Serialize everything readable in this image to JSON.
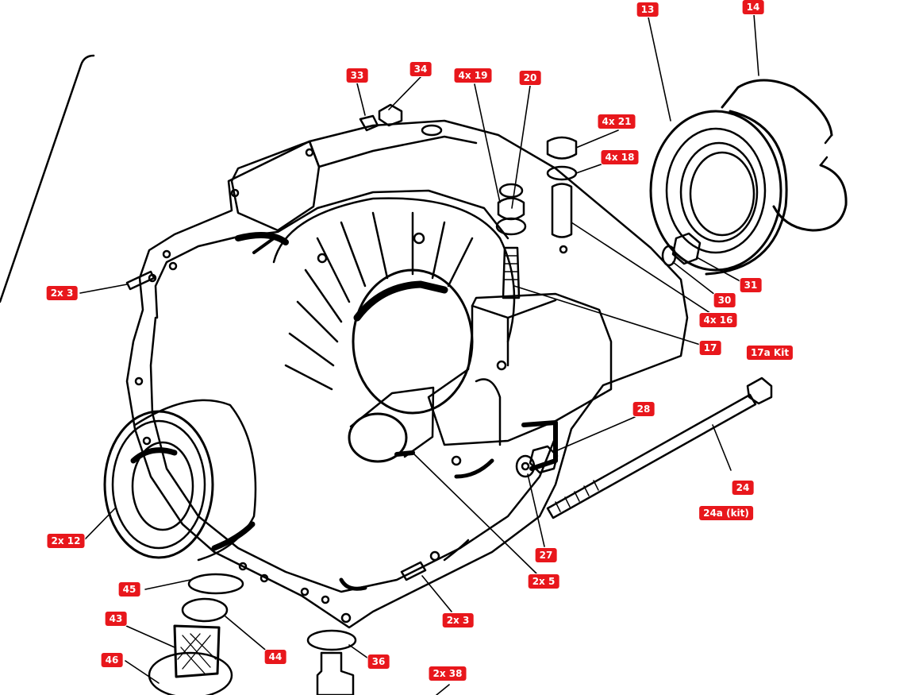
{
  "colors": {
    "badge": "#e8171c",
    "line": "#000000",
    "paper": "#ffffff"
  },
  "callouts": [
    {
      "id": "c13",
      "text": "13"
    },
    {
      "id": "c14",
      "text": "14"
    },
    {
      "id": "c33",
      "text": "33"
    },
    {
      "id": "c34",
      "text": "34"
    },
    {
      "id": "c19",
      "text": "4x 19"
    },
    {
      "id": "c20",
      "text": "20"
    },
    {
      "id": "c21",
      "text": "4x 21"
    },
    {
      "id": "c18",
      "text": "4x 18"
    },
    {
      "id": "c3a",
      "text": "2x 3"
    },
    {
      "id": "c31",
      "text": "31"
    },
    {
      "id": "c30",
      "text": "30"
    },
    {
      "id": "c16",
      "text": "4x 16"
    },
    {
      "id": "c17",
      "text": "17"
    },
    {
      "id": "c17a",
      "text": "17a Kit"
    },
    {
      "id": "c28",
      "text": "28"
    },
    {
      "id": "c24",
      "text": "24"
    },
    {
      "id": "c24a",
      "text": "24a (kit)"
    },
    {
      "id": "c12",
      "text": "2x 12"
    },
    {
      "id": "c27",
      "text": "27"
    },
    {
      "id": "c5",
      "text": "2x 5"
    },
    {
      "id": "c45",
      "text": "45"
    },
    {
      "id": "c3b",
      "text": "2x 3"
    },
    {
      "id": "c43",
      "text": "43"
    },
    {
      "id": "c44",
      "text": "44"
    },
    {
      "id": "c46",
      "text": "46"
    },
    {
      "id": "c36",
      "text": "36"
    },
    {
      "id": "c38",
      "text": "2x 38"
    }
  ]
}
